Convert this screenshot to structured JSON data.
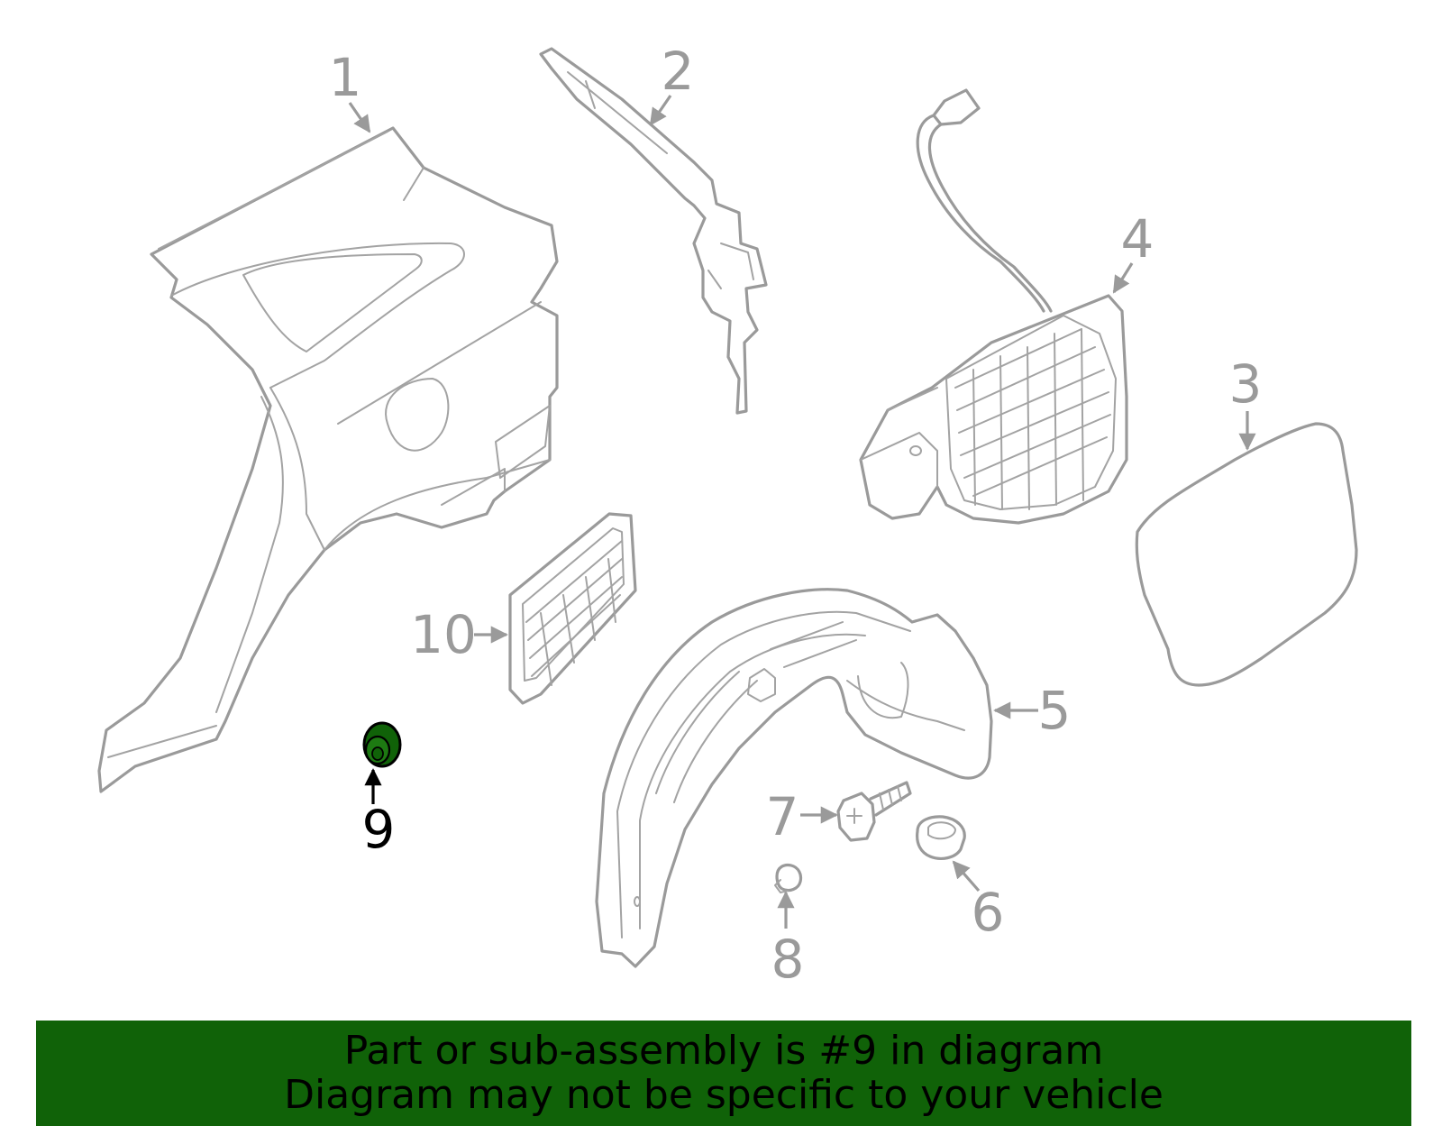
{
  "callouts": [
    {
      "label": "1"
    },
    {
      "label": "2"
    },
    {
      "label": "3"
    },
    {
      "label": "4"
    },
    {
      "label": "5"
    },
    {
      "label": "6"
    },
    {
      "label": "7"
    },
    {
      "label": "8"
    },
    {
      "label": "9"
    },
    {
      "label": "10"
    }
  ],
  "highlighted_part": "9",
  "colors": {
    "highlight": "#106208",
    "line": "#9a9a9a",
    "banner": "#106208"
  },
  "banner": {
    "line1": "Part or sub-assembly is #9 in diagram",
    "line2": "Diagram may not be specific to your vehicle"
  }
}
